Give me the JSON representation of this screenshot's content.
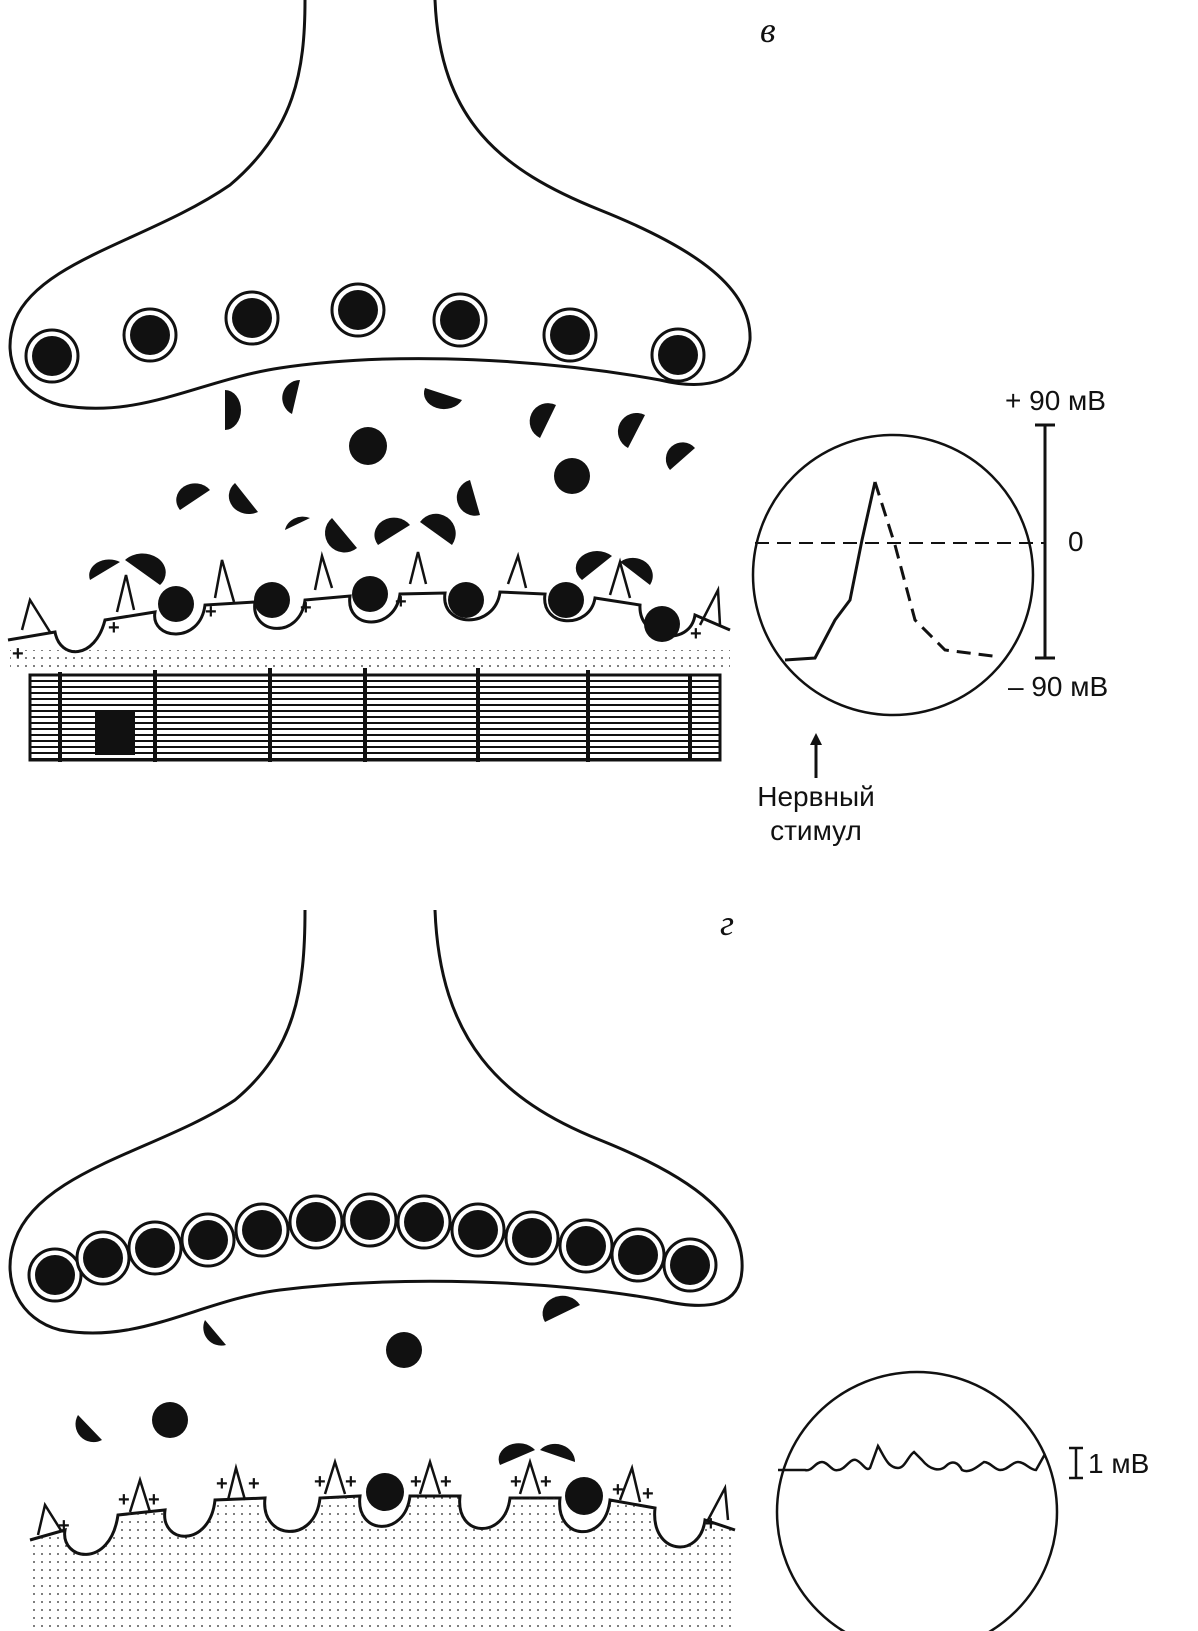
{
  "panel_c": {
    "letter": "в",
    "scale_top": "+ 90 мВ",
    "scale_zero": "0",
    "scale_bottom": "– 90 мВ",
    "stimulus_line1": "Нервный",
    "stimulus_line2": "стимул"
  },
  "panel_d": {
    "letter": "г",
    "scale_label": "1 мВ"
  }
}
